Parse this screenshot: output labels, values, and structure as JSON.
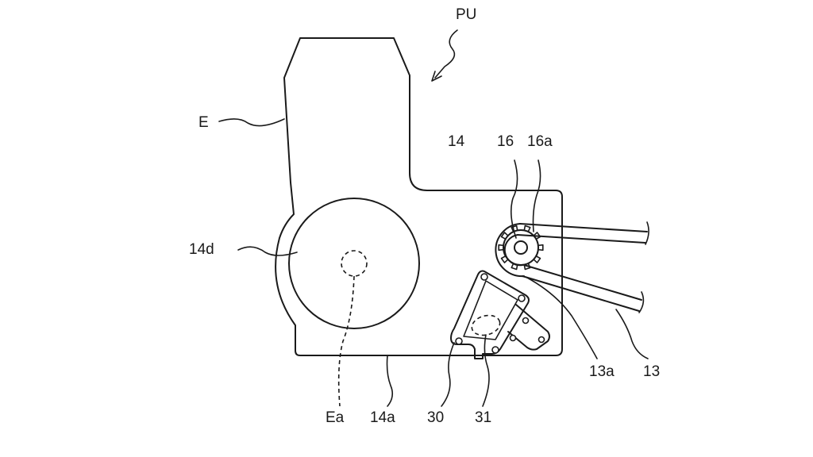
{
  "figure": {
    "labels": {
      "PU": "PU",
      "E": "E",
      "n14": "14",
      "n16": "16",
      "n16a": "16a",
      "n14d": "14d",
      "n13a": "13a",
      "n13": "13",
      "Ea": "Ea",
      "n14a": "14a",
      "n30": "30",
      "n31": "31"
    },
    "colors": {
      "line": "#1a1a1a",
      "background": "#ffffff"
    }
  }
}
